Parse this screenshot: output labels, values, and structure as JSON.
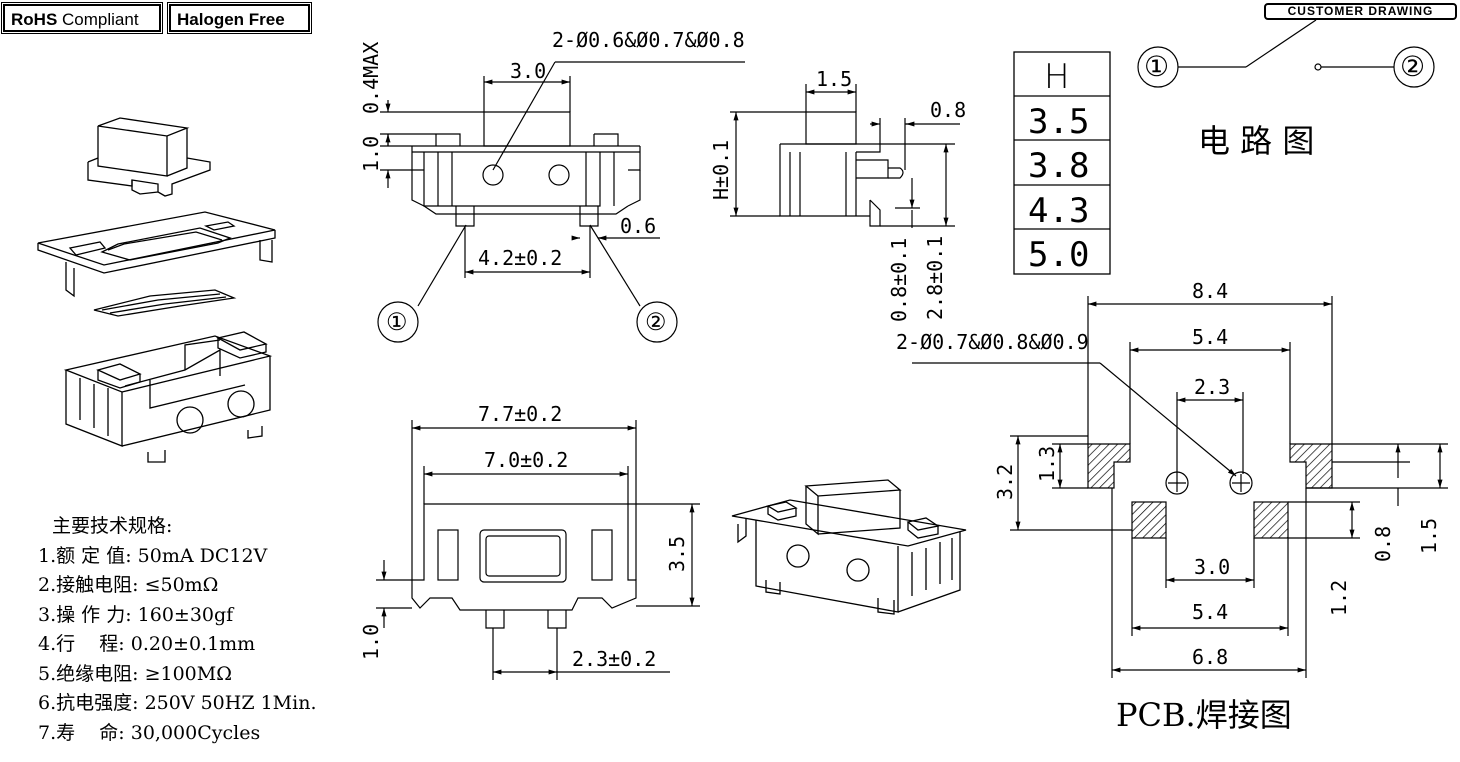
{
  "badges": {
    "rohs_bold": "RoHS",
    "rohs_rest": "Compliant",
    "halogen": "Halogen Free"
  },
  "customer_drawing": "CUSTOMER DRAWING",
  "top_view": {
    "height_max": "0.4MAX",
    "hole_note": "2-Ø0.6&Ø0.7&Ø0.8",
    "width_top": "3.0",
    "dim_1_0": "1.0",
    "dim_0_6": "0.6",
    "pitch": "4.2±0.2",
    "pin1": "①",
    "pin2": "②"
  },
  "side_view": {
    "dim_1_5": "1.5",
    "dim_0_8": "0.8",
    "h_tol": "H±0.1",
    "dim_0_8_tol": "0.8±0.1",
    "dim_2_8_tol": "2.8±0.1"
  },
  "h_table": {
    "header": "H",
    "rows": [
      "3.5",
      "3.8",
      "4.3",
      "5.0"
    ]
  },
  "circuit": {
    "pin1": "①",
    "pin2": "②",
    "label": "电 路 图"
  },
  "front_view": {
    "overall": "7.7±0.2",
    "body": "7.0±0.2",
    "height": "3.5",
    "dim_1_0": "1.0",
    "pin_pitch": "2.3±0.2"
  },
  "pcb": {
    "w_8_4": "8.4",
    "w_5_4_top": "5.4",
    "hole_note": "2-Ø0.7&Ø0.8&Ø0.9",
    "w_2_3": "2.3",
    "h_3_2": "3.2",
    "h_1_3": "1.3",
    "w_3_0": "3.0",
    "w_5_4_bot": "5.4",
    "w_6_8": "6.8",
    "h_0_8": "0.8",
    "h_1_5": "1.5",
    "h_1_2": "1.2",
    "title": "PCB.焊接图"
  },
  "specs": {
    "title": "主要技术规格:",
    "items": [
      "1.额 定 值: 50mA DC12V",
      "2.接触电阻: ≤50mΩ",
      "3.操 作 力: 160±30gf",
      "4.行    程: 0.20±0.1mm",
      "5.绝缘电阻: ≥100MΩ",
      "6.抗电强度: 250V 50HZ 1Min.",
      "7.寿    命: 30,000Cycles"
    ]
  }
}
